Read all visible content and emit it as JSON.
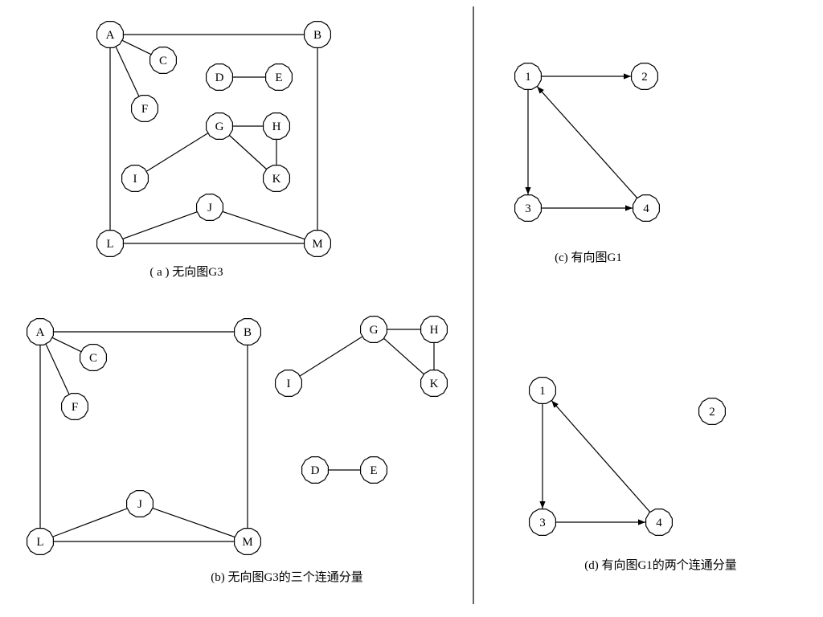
{
  "diagrams": [
    {
      "id": "a",
      "caption": "( a ) 无向图G3",
      "directed": false,
      "nodes": [
        "A",
        "B",
        "C",
        "D",
        "E",
        "F",
        "G",
        "H",
        "I",
        "J",
        "K",
        "L",
        "M"
      ],
      "edges": [
        [
          "A",
          "B"
        ],
        [
          "A",
          "C"
        ],
        [
          "A",
          "F"
        ],
        [
          "A",
          "L"
        ],
        [
          "B",
          "M"
        ],
        [
          "D",
          "E"
        ],
        [
          "G",
          "H"
        ],
        [
          "G",
          "I"
        ],
        [
          "G",
          "K"
        ],
        [
          "H",
          "K"
        ],
        [
          "J",
          "L"
        ],
        [
          "J",
          "M"
        ],
        [
          "L",
          "M"
        ]
      ]
    },
    {
      "id": "b",
      "caption": "(b) 无向图G3的三个连通分量",
      "directed": false,
      "nodes": [
        "A",
        "B",
        "C",
        "F",
        "J",
        "L",
        "M",
        "G",
        "H",
        "I",
        "K",
        "D",
        "E"
      ],
      "edges": [
        [
          "A",
          "B"
        ],
        [
          "A",
          "C"
        ],
        [
          "A",
          "F"
        ],
        [
          "A",
          "L"
        ],
        [
          "B",
          "M"
        ],
        [
          "J",
          "L"
        ],
        [
          "J",
          "M"
        ],
        [
          "L",
          "M"
        ],
        [
          "G",
          "H"
        ],
        [
          "G",
          "I"
        ],
        [
          "G",
          "K"
        ],
        [
          "H",
          "K"
        ],
        [
          "D",
          "E"
        ]
      ]
    },
    {
      "id": "c",
      "caption": "(c) 有向图G1",
      "directed": true,
      "nodes": [
        "1",
        "2",
        "3",
        "4"
      ],
      "edges": [
        [
          "1",
          "2"
        ],
        [
          "1",
          "3"
        ],
        [
          "3",
          "4"
        ],
        [
          "4",
          "1"
        ]
      ]
    },
    {
      "id": "d",
      "caption": "(d) 有向图G1的两个连通分量",
      "directed": true,
      "nodes": [
        "1",
        "2",
        "3",
        "4"
      ],
      "edges": [
        [
          "1",
          "3"
        ],
        [
          "3",
          "4"
        ],
        [
          "4",
          "1"
        ]
      ]
    }
  ]
}
